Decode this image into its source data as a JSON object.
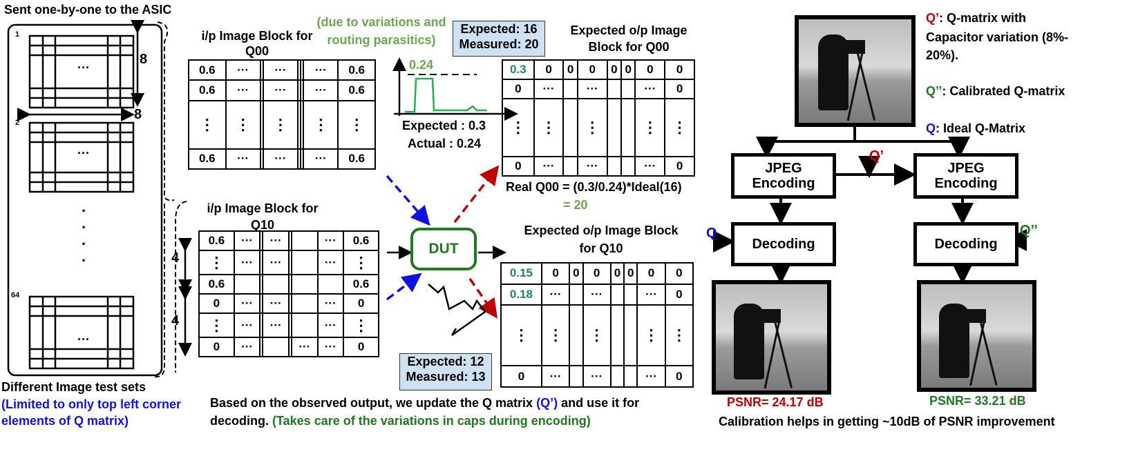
{
  "left": {
    "title": "Sent one-by-one to the ASIC",
    "block_nums": [
      "1",
      "2",
      "64"
    ],
    "dim_8_v": "8",
    "dim_8_h": "8",
    "dots": "···",
    "vdots": "·\n·\n·\n·",
    "caption": "Different Image test sets",
    "note_line1": "(Limited to only top left corner",
    "note_line2": "elements of Q matrix)"
  },
  "q00_in": {
    "title_line1": "i/p Image Block for",
    "title_line2": "Q00",
    "rows": [
      [
        "0.6",
        "···",
        "",
        "···",
        "",
        "",
        "···",
        "0.6"
      ],
      [
        "0.6",
        "···",
        "",
        "···",
        "",
        "",
        "···",
        "0.6"
      ],
      [
        "⋮",
        "⋮",
        "",
        "⋮",
        "",
        "",
        "⋮",
        "⋮"
      ],
      [
        "0.6",
        "···",
        "",
        "···",
        "",
        "",
        "···",
        "0.6"
      ]
    ]
  },
  "variation": {
    "line1": "(due to variations and",
    "line2": "routing parasitics)",
    "peak": "0.24",
    "expected": "Expected : 0.3",
    "actual": "Actual : 0.24"
  },
  "q00_meas": {
    "expected": "Expected: 16",
    "measured": "Measured: 20"
  },
  "q00_out": {
    "title_line1": "Expected o/p Image",
    "title_line2": "Block for Q00",
    "rows": [
      [
        "0.3",
        "0",
        "0",
        "0",
        "0",
        "0",
        "0",
        "0"
      ],
      [
        "0",
        "···",
        "",
        "···",
        "",
        "",
        "···",
        "0"
      ],
      [
        "⋮",
        "⋮",
        "",
        "⋮",
        "",
        "",
        "⋮",
        "⋮"
      ],
      [
        "0",
        "···",
        "",
        "···",
        "",
        "",
        "···",
        "0"
      ]
    ],
    "eq": "Real Q00 = (0.3/0.24)*Ideal(16)",
    "eq_result": "= 20"
  },
  "q10_in": {
    "title_line1": "i/p Image Block for",
    "title_line2": "Q10",
    "dim_a": "4",
    "dim_b": "4",
    "rows": [
      [
        "0.6",
        "···",
        "",
        "···",
        "",
        "",
        "···",
        "0.6"
      ],
      [
        "⋮",
        "···",
        "",
        "···",
        "",
        "",
        "···",
        "⋮"
      ],
      [
        "0.6",
        "",
        "",
        "",
        "",
        "",
        "",
        "0.6"
      ],
      [
        "0",
        "···",
        "",
        "···",
        "",
        "",
        "···",
        "0"
      ],
      [
        "⋮",
        "···",
        "",
        "···",
        "",
        "",
        "···",
        "⋮"
      ],
      [
        "0",
        "···",
        "",
        "",
        "",
        "···",
        "···",
        "0"
      ]
    ]
  },
  "dut": {
    "label": "DUT"
  },
  "q10_out": {
    "title_line1": "Expected o/p Image Block",
    "title_line2": "for Q10",
    "rows": [
      [
        "0.15",
        "0",
        "0",
        "0",
        "0",
        "0",
        "0",
        "0"
      ],
      [
        "0.18",
        "···",
        "",
        "···",
        "",
        "",
        "···",
        "0"
      ],
      [
        "⋮",
        "⋮",
        "",
        "⋮",
        "",
        "",
        "⋮",
        "⋮"
      ],
      [
        "0",
        "···",
        "",
        "···",
        "",
        "",
        "···",
        "0"
      ]
    ]
  },
  "q10_meas": {
    "expected": "Expected: 12",
    "measured": "Measured: 13"
  },
  "bottom_note": {
    "line1_a": "Based on the observed output, we update the Q matrix ",
    "line1_b": "(Q’)",
    "line1_c": " and use it for",
    "line2_a": "decoding. ",
    "line2_b": "(Takes care of the variations in caps during encoding)"
  },
  "legend": {
    "qp_sym": "Q’",
    "qp_text_line1": ": Q-matrix with",
    "qp_text_line2": "Capacitor variation (8%-",
    "qp_text_line3": "20%).",
    "qpp_sym": "Q’’",
    "qpp_text": ": Calibrated Q-matrix",
    "q_sym": "Q",
    "q_text": ": Ideal Q-Matrix"
  },
  "flow": {
    "jpeg_line1": "JPEG",
    "jpeg_line2": "Encoding",
    "decoding": "Decoding",
    "q_prime": "Q’",
    "q_ideal": "Q",
    "q_cal": "Q’’",
    "psnr_left": "PSNR= 24.17 dB",
    "psnr_right": "PSNR= 33.21 dB",
    "conclusion": "Calibration helps in getting ~10dB of PSNR improvement"
  },
  "colors": {
    "blue": "#1010e0",
    "green": "#1f7a1f",
    "red": "#c00000",
    "box": "#cfe2f3"
  }
}
